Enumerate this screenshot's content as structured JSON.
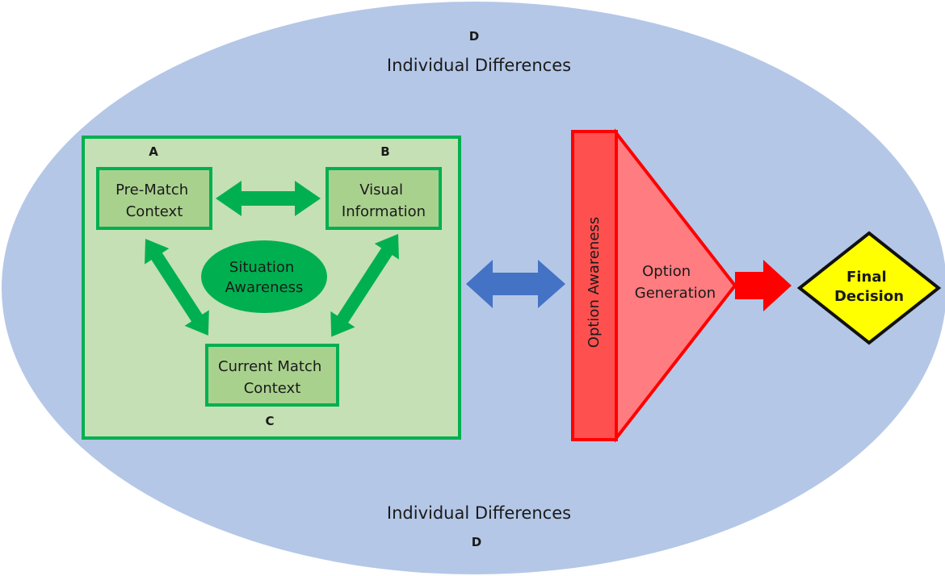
{
  "outer": {
    "label_top": "D",
    "title_top": "Individual Differences",
    "title_bottom": "Individual Differences",
    "label_bottom": "D"
  },
  "situation": {
    "label_a": "A",
    "label_b": "B",
    "label_c": "C",
    "pre_match": [
      "Pre-Match",
      "Context"
    ],
    "visual": [
      "Visual",
      "Information"
    ],
    "current": [
      "Current Match",
      "Context"
    ],
    "awareness": [
      "Situation",
      "Awareness"
    ]
  },
  "option": {
    "awareness": "Option Awareness",
    "generation": [
      "Option",
      "Generation"
    ]
  },
  "decision": [
    "Final",
    "Decision"
  ],
  "colors": {
    "ellipse": "#b4c7e7",
    "green_fill": "#c5e0b4",
    "green": "#00b050",
    "box_fill": "#a9d18e",
    "blue_arrow": "#4472c4",
    "red": "#ff0000",
    "red_fill": "#ff5050",
    "red_light": "#ff7c80",
    "yellow": "#ffff00"
  }
}
